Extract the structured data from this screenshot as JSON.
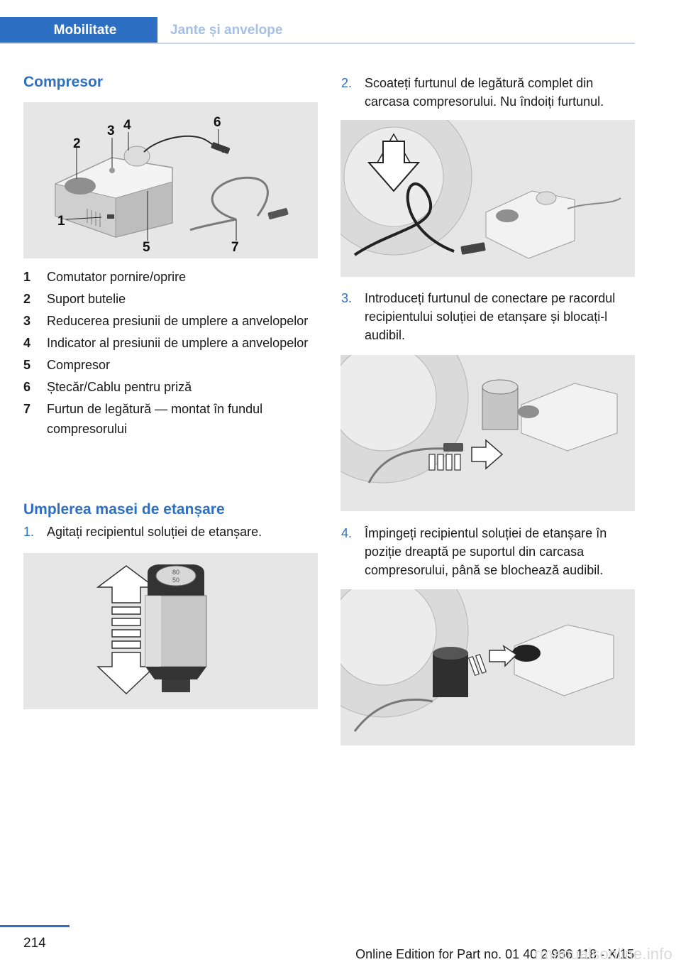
{
  "header": {
    "tab_active": "Mobilitate",
    "tab_inactive": "Jante și anvelope"
  },
  "left": {
    "section_title": "Compresor",
    "figure_callouts": [
      "1",
      "2",
      "3",
      "4",
      "5",
      "6",
      "7"
    ],
    "legend": [
      {
        "num": "1",
        "text": "Comutator pornire/oprire"
      },
      {
        "num": "2",
        "text": "Suport butelie"
      },
      {
        "num": "3",
        "text": "Reducerea presiunii de umplere a anvelo­pelor"
      },
      {
        "num": "4",
        "text": "Indicator al presiunii de umplere a anvelo­pelor"
      },
      {
        "num": "5",
        "text": "Compresor"
      },
      {
        "num": "6",
        "text": "Ștecăr/Cablu pentru priză"
      },
      {
        "num": "7",
        "text": "Furtun de legătură — montat în fundul compresorului"
      }
    ],
    "subsection_title": "Umplerea masei de etanșare",
    "step1": {
      "num": "1.",
      "text": "Agitați recipientul soluției de etanșare."
    },
    "bottle_label_top": "80",
    "bottle_label_bottom": "50"
  },
  "right": {
    "step2": {
      "num": "2.",
      "text": "Scoateți furtunul de legătură complet din carcasa compresorului. Nu îndoiți furtunul."
    },
    "step3": {
      "num": "3.",
      "text": "Introduceți furtunul de conectare pe racor­dul recipientului soluției de etanșare și blo­cați-l audibil."
    },
    "step4": {
      "num": "4.",
      "text": "Împingeți recipientul soluției de etanșare în poziție dreaptă pe suportul din carcasa compresorului, până se blochează audibil."
    }
  },
  "footer": {
    "page_number": "214",
    "edition": "Online Edition for Part no. 01 40 2 966 118 - X/15",
    "watermark": "rmanualsonline.info"
  },
  "colors": {
    "accent": "#2d6fc2",
    "accent_light": "#a6bfe3",
    "figure_bg": "#e6e6e6"
  }
}
